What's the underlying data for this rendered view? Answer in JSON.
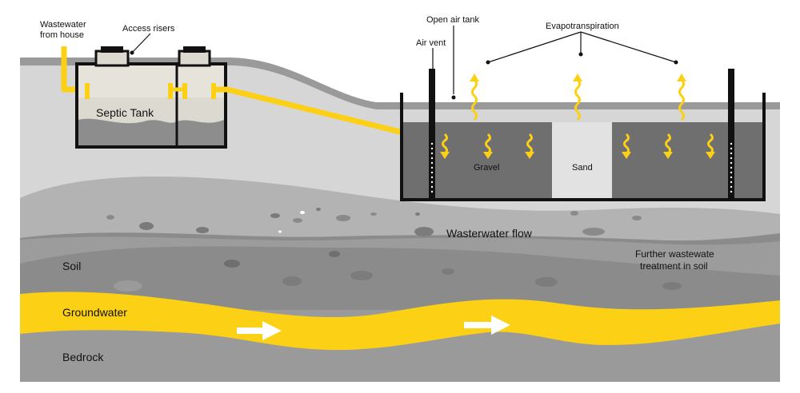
{
  "labels": {
    "wastewater_from_house_line1": "Wastewater",
    "wastewater_from_house_line2": "from house",
    "access_risers": "Access risers",
    "septic_tank": "Septic Tank",
    "open_air_tank": "Open air tank",
    "air_vent": "Air vent",
    "evapotranspiration": "Evapotranspiration",
    "gravel": "Gravel",
    "sand": "Sand",
    "wastewater_flow": "Wasterwater flow",
    "further_treatment_line1": "Further wastewate",
    "further_treatment_line2": "treatment in soil",
    "soil": "Soil",
    "groundwater": "Groundwater",
    "bedrock": "Bedrock"
  },
  "colors": {
    "accent_yellow": "#fcd015",
    "outline": "#111111",
    "surface": "#d9d9d9",
    "tank_fill": "#dcdad0",
    "gravel": "#6f6f6f",
    "soil_dark": "#8a8a8a",
    "bedrock": "#9c9c9c"
  },
  "icons": {
    "evaporation": "wavy-up-arrow-icon",
    "seepage": "wavy-down-arrow-icon",
    "flow": "right-arrow-icon"
  }
}
